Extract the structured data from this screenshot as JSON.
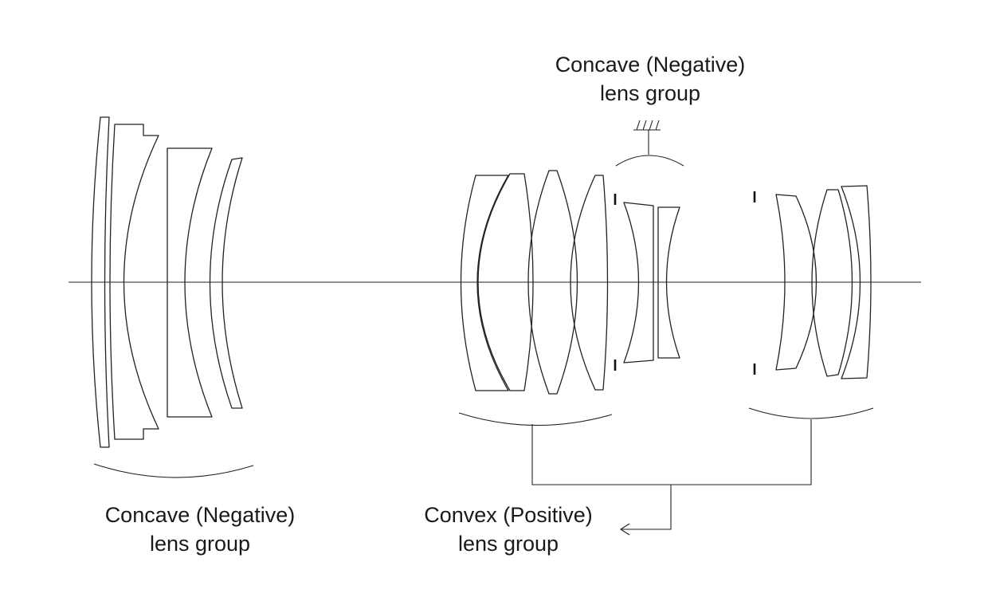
{
  "labels": {
    "front_group": {
      "line1": "Concave (Negative)",
      "line2": "lens group"
    },
    "moving_group": {
      "line1": "Concave (Negative)",
      "line2": "lens group"
    },
    "positive_group": {
      "line1": "Convex (Positive)",
      "line2": "lens group"
    }
  }
}
